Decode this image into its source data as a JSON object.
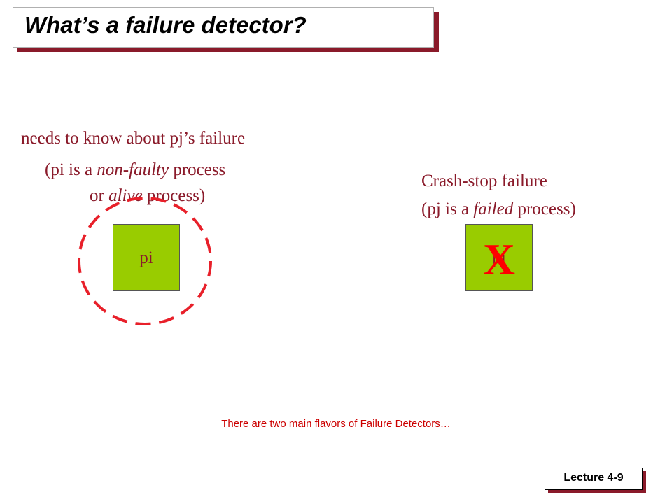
{
  "title": "What’s a failure detector?",
  "left_text": {
    "line1": "needs to know about pj’s failure",
    "line2_a": "(pi is a ",
    "line2_b": "non-faulty",
    "line2_c": " process",
    "line3_a": "or ",
    "line3_b": "alive",
    "line3_c": " process)"
  },
  "right_text": {
    "line1": "Crash-stop  failure",
    "line2_a": "(pj is a ",
    "line2_b": "failed",
    "line2_c": " process)"
  },
  "process_pi": {
    "label": "pi"
  },
  "process_pj": {
    "label": "pj",
    "cross": "X"
  },
  "footer": "There are two main flavors of Failure Detectors…",
  "lecture": "Lecture 4-9",
  "colors": {
    "accent": "#8a1a2a",
    "process_fill": "#99cc00",
    "alert": "#ff0000",
    "footer": "#cc0000"
  }
}
